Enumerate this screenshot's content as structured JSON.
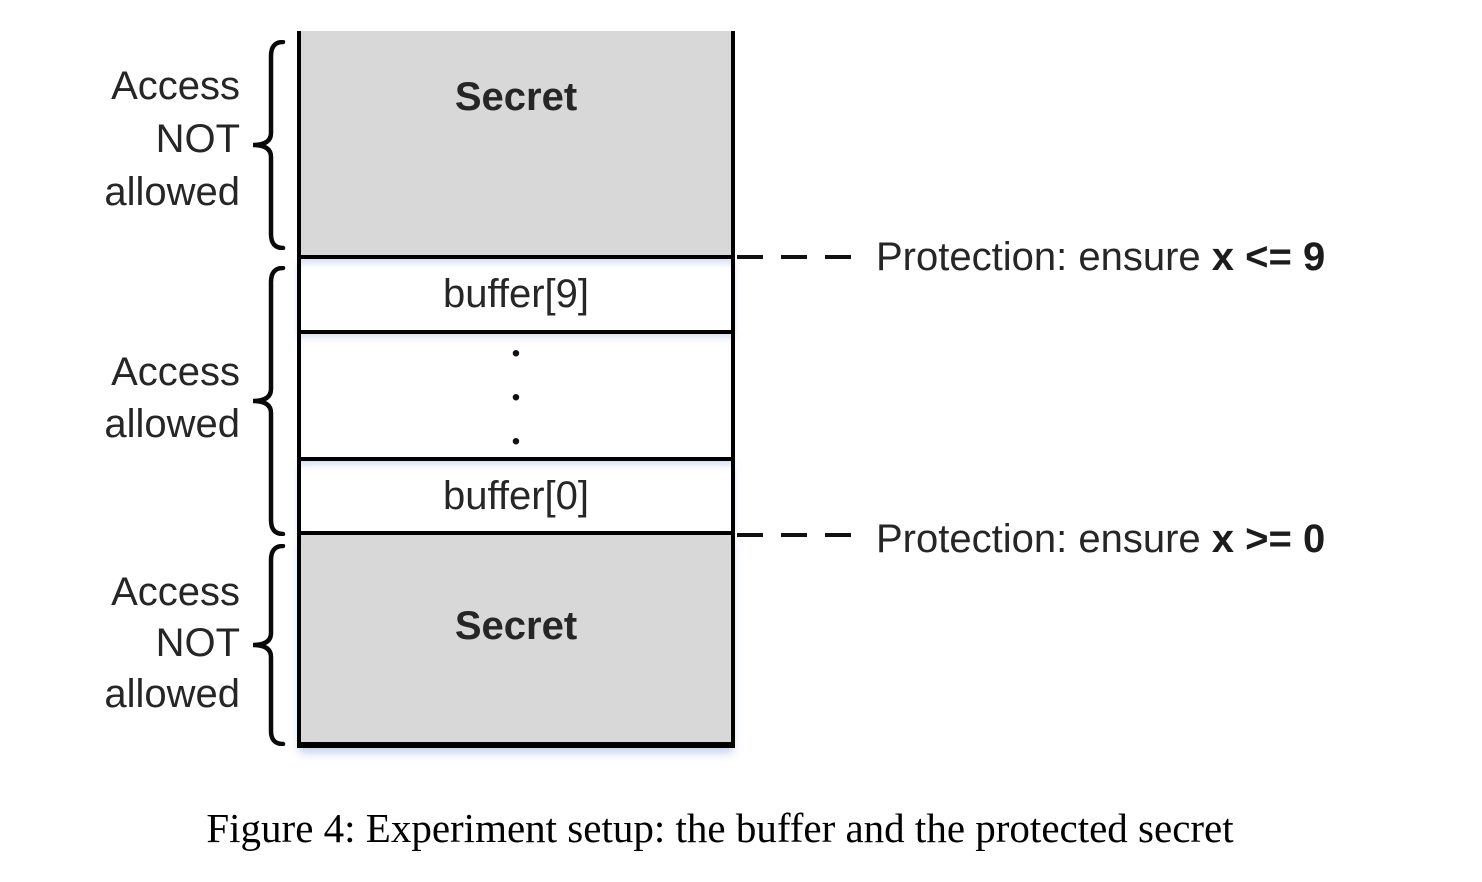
{
  "figure": {
    "caption": "Figure 4: Experiment setup: the buffer and the protected secret"
  },
  "diagram": {
    "access_labels": {
      "top": [
        "Access",
        "NOT",
        "allowed"
      ],
      "middle": [
        "Access",
        "allowed"
      ],
      "bottom": [
        "Access",
        "NOT",
        "allowed"
      ]
    },
    "memory": {
      "secret_top": "Secret",
      "buffer_top": "buffer[9]",
      "buffer_bottom": "buffer[0]",
      "secret_bottom": "Secret",
      "ellipsis_dots": [
        "•",
        "•",
        "•"
      ]
    },
    "protections": {
      "top": {
        "prefix": "Protection: ensure ",
        "condition": "x <= 9"
      },
      "bottom": {
        "prefix": "Protection: ensure ",
        "condition": "x >= 0"
      }
    },
    "colors": {
      "secret_fill": "#d8d8d8",
      "border": "#000000",
      "text": "#262626",
      "shadow_glow": "#c9d9ee"
    }
  }
}
